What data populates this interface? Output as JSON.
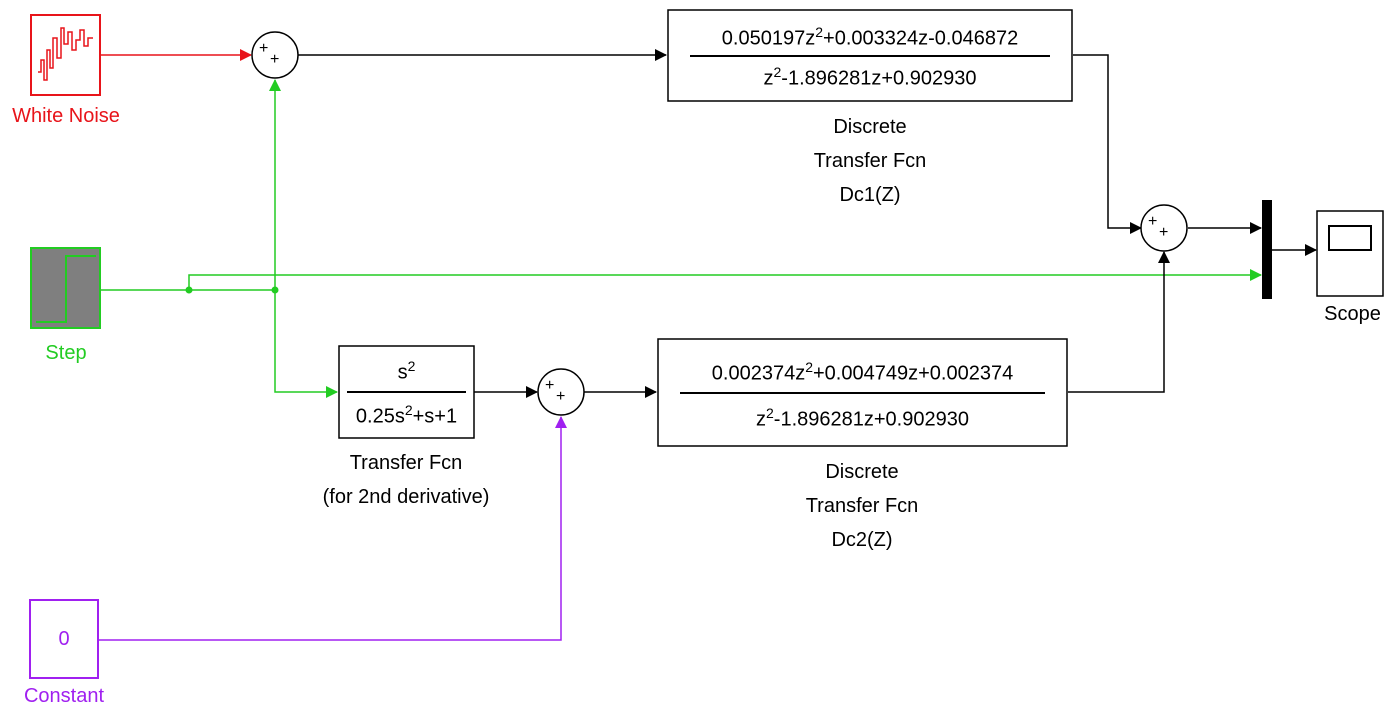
{
  "colors": {
    "wire_black": "#000000",
    "noise_red": "#e8141a",
    "step_green": "#22cc22",
    "constant_purple": "#a020f0",
    "step_fill": "#7f7f7f"
  },
  "blocks": {
    "white_noise": {
      "label": "White Noise"
    },
    "step": {
      "label": "Step"
    },
    "constant": {
      "label": "Constant",
      "value": "0"
    },
    "scope": {
      "label": "Scope"
    },
    "dtf1": {
      "numerator": {
        "pre": "0.050197z",
        "exp": "2",
        "post": "+0.003324z-0.046872"
      },
      "denominator": {
        "pre": "z",
        "exp": "2",
        "post": "-1.896281z+0.902930"
      },
      "label_lines": [
        "Discrete",
        "Transfer Fcn",
        "Dc1(Z)"
      ]
    },
    "dtf2": {
      "numerator": {
        "pre": "0.002374z",
        "exp": "2",
        "post": "+0.004749z+0.002374"
      },
      "denominator": {
        "pre": "z",
        "exp": "2",
        "post": "-1.896281z+0.902930"
      },
      "label_lines": [
        "Discrete",
        "Transfer Fcn",
        "Dc2(Z)"
      ]
    },
    "tf": {
      "numerator": {
        "pre": "s",
        "exp": "2",
        "post": ""
      },
      "denominator": {
        "pre": "0.25s",
        "exp": "2",
        "post": "+s+1"
      },
      "label_lines": [
        "Transfer Fcn",
        "(for 2nd derivative)"
      ]
    },
    "sum_signs": {
      "plus": "+"
    }
  }
}
